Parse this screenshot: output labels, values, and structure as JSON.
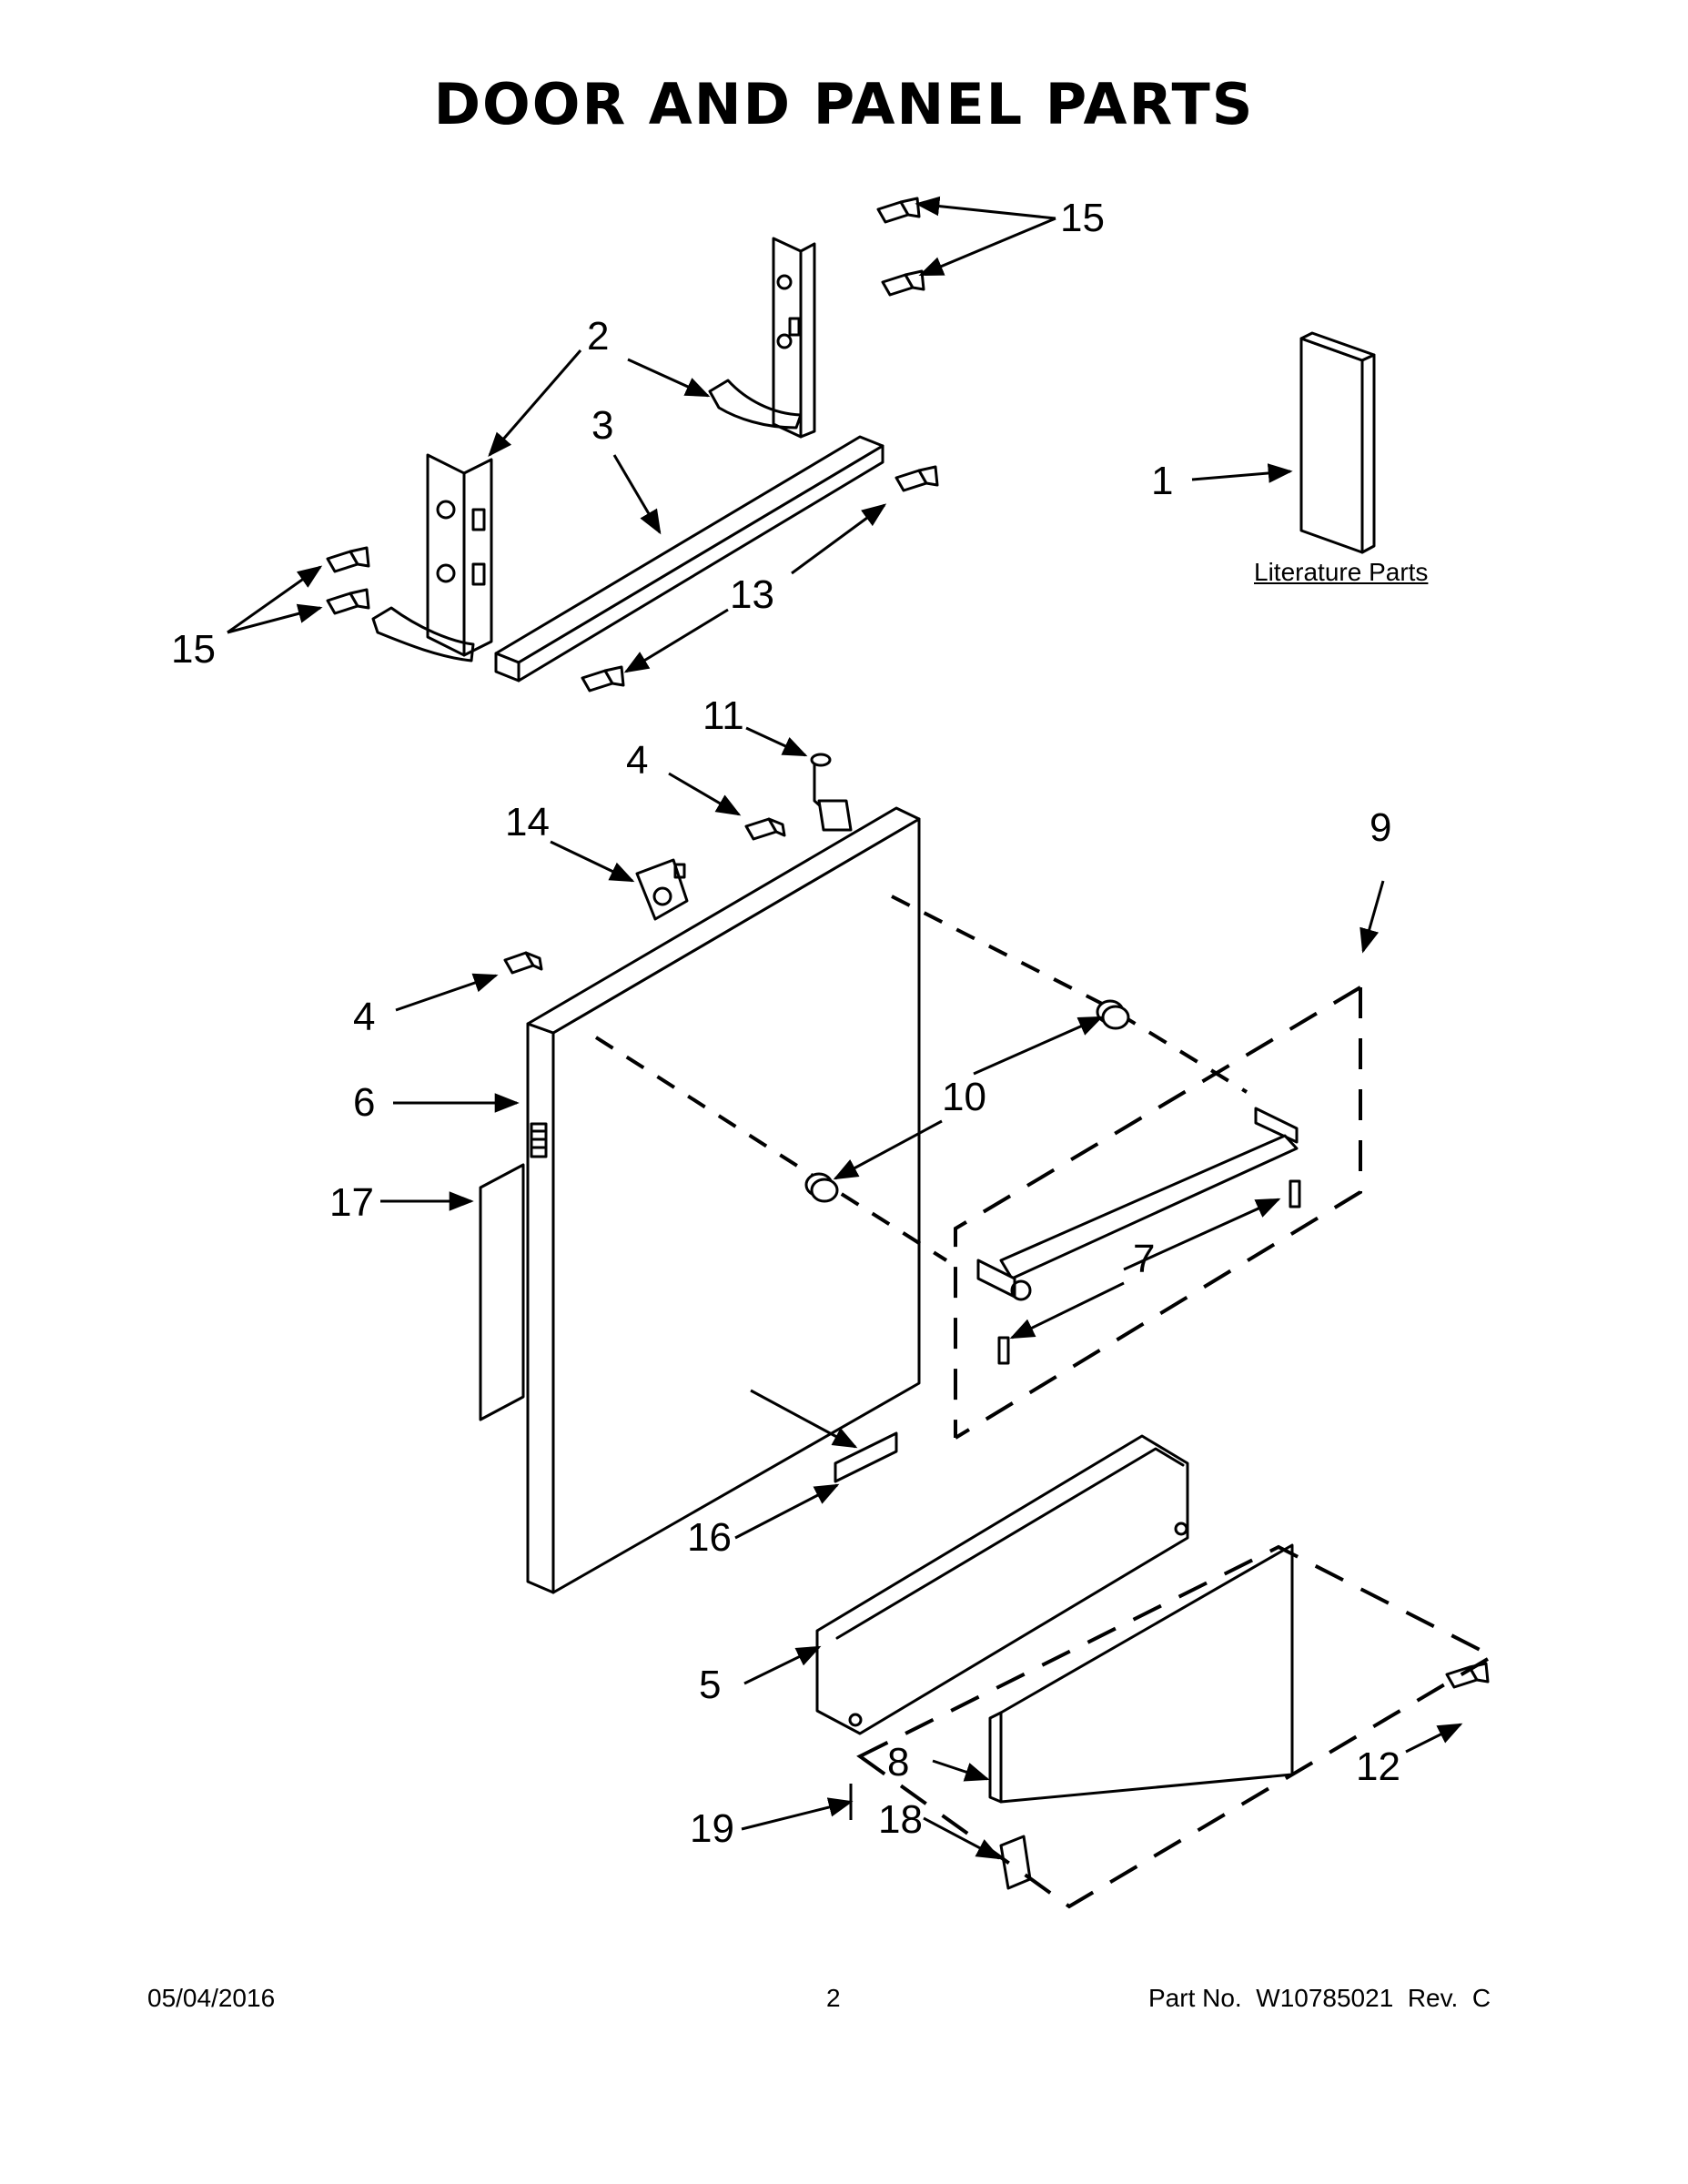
{
  "title": "DOOR AND PANEL PARTS",
  "literature_label": "Literature Parts",
  "callouts": {
    "c1": "1",
    "c2": "2",
    "c3": "3",
    "c4a": "4",
    "c4b": "4",
    "c5": "5",
    "c6": "6",
    "c7": "7",
    "c8": "8",
    "c9": "9",
    "c10": "10",
    "c11": "11",
    "c12": "12",
    "c13": "13",
    "c14": "14",
    "c15a": "15",
    "c15b": "15",
    "c16": "16",
    "c17": "17",
    "c18": "18",
    "c19": "19"
  },
  "footer": {
    "date": "05/04/2016",
    "page": "2",
    "part_no": "Part No.  W10785021  Rev.  C"
  }
}
